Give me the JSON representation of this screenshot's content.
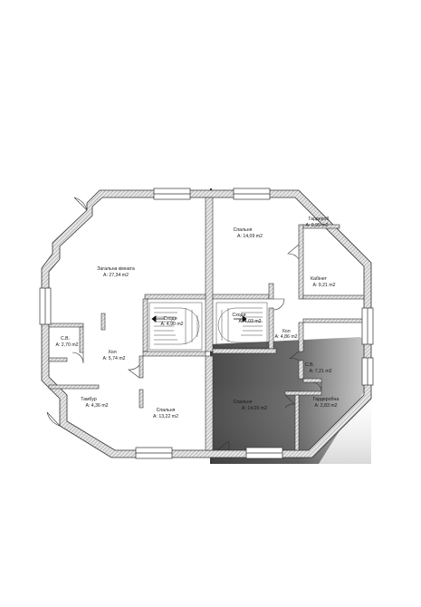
{
  "plan": {
    "rooms": [
      {
        "key": "living",
        "name": "Загальна кімната",
        "area": "A: 27,34 m2"
      },
      {
        "key": "stair_l",
        "name": "Сходи",
        "area": "A: 4,90 m2"
      },
      {
        "key": "wc_l",
        "name": "С.В.",
        "area": "A: 2,70 m2"
      },
      {
        "key": "hall_l",
        "name": "Хол",
        "area": "A: 5,74 m2"
      },
      {
        "key": "tambur",
        "name": "Тамбур",
        "area": "A: 4,36 m2"
      },
      {
        "key": "bed_l",
        "name": "Спальня",
        "area": "A: 13,22 m2"
      },
      {
        "key": "bed_tr",
        "name": "Спальня",
        "area": "A: 14,09 m2"
      },
      {
        "key": "wardrobe_t",
        "name": "Гардероб",
        "area": "A: 0,95 m2"
      },
      {
        "key": "cabinet",
        "name": "Кабінет",
        "area": "A: 9,21 m2"
      },
      {
        "key": "stair_r",
        "name": "Сходи",
        "area": "A: 4,03 m2"
      },
      {
        "key": "hall_r",
        "name": "Хол",
        "area": "A: 4,86 m2"
      },
      {
        "key": "wc_r",
        "name": "С.В.",
        "area": "A: 7,21 m2"
      },
      {
        "key": "bed_br",
        "name": "Спальня",
        "area": "A: 14,09 m2"
      },
      {
        "key": "wardrobe_b",
        "name": "Гардеробна",
        "area": "A: 2,83 m2"
      }
    ]
  }
}
